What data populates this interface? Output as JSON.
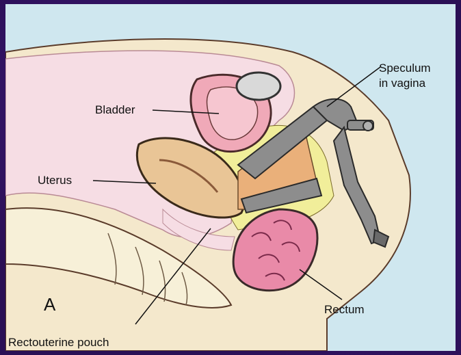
{
  "figure": {
    "panel_letter": "A",
    "labels": {
      "speculum_line1": "Speculum",
      "speculum_line2": "in vagina",
      "bladder": "Bladder",
      "uterus": "Uterus",
      "rectum": "Rectum",
      "rectouterine_pouch": "Rectouterine pouch"
    }
  },
  "colors": {
    "background": "#2a0f55",
    "panel": "#cfe7ef",
    "skin": "#f4e8cc",
    "uterus": "#e9c596",
    "bladder": "#f0a9b8",
    "rectum": "#e98aa8",
    "fat": "#f1ee9a",
    "speculum": "#8d8d8d",
    "peritoneum": "#f6dde4"
  }
}
